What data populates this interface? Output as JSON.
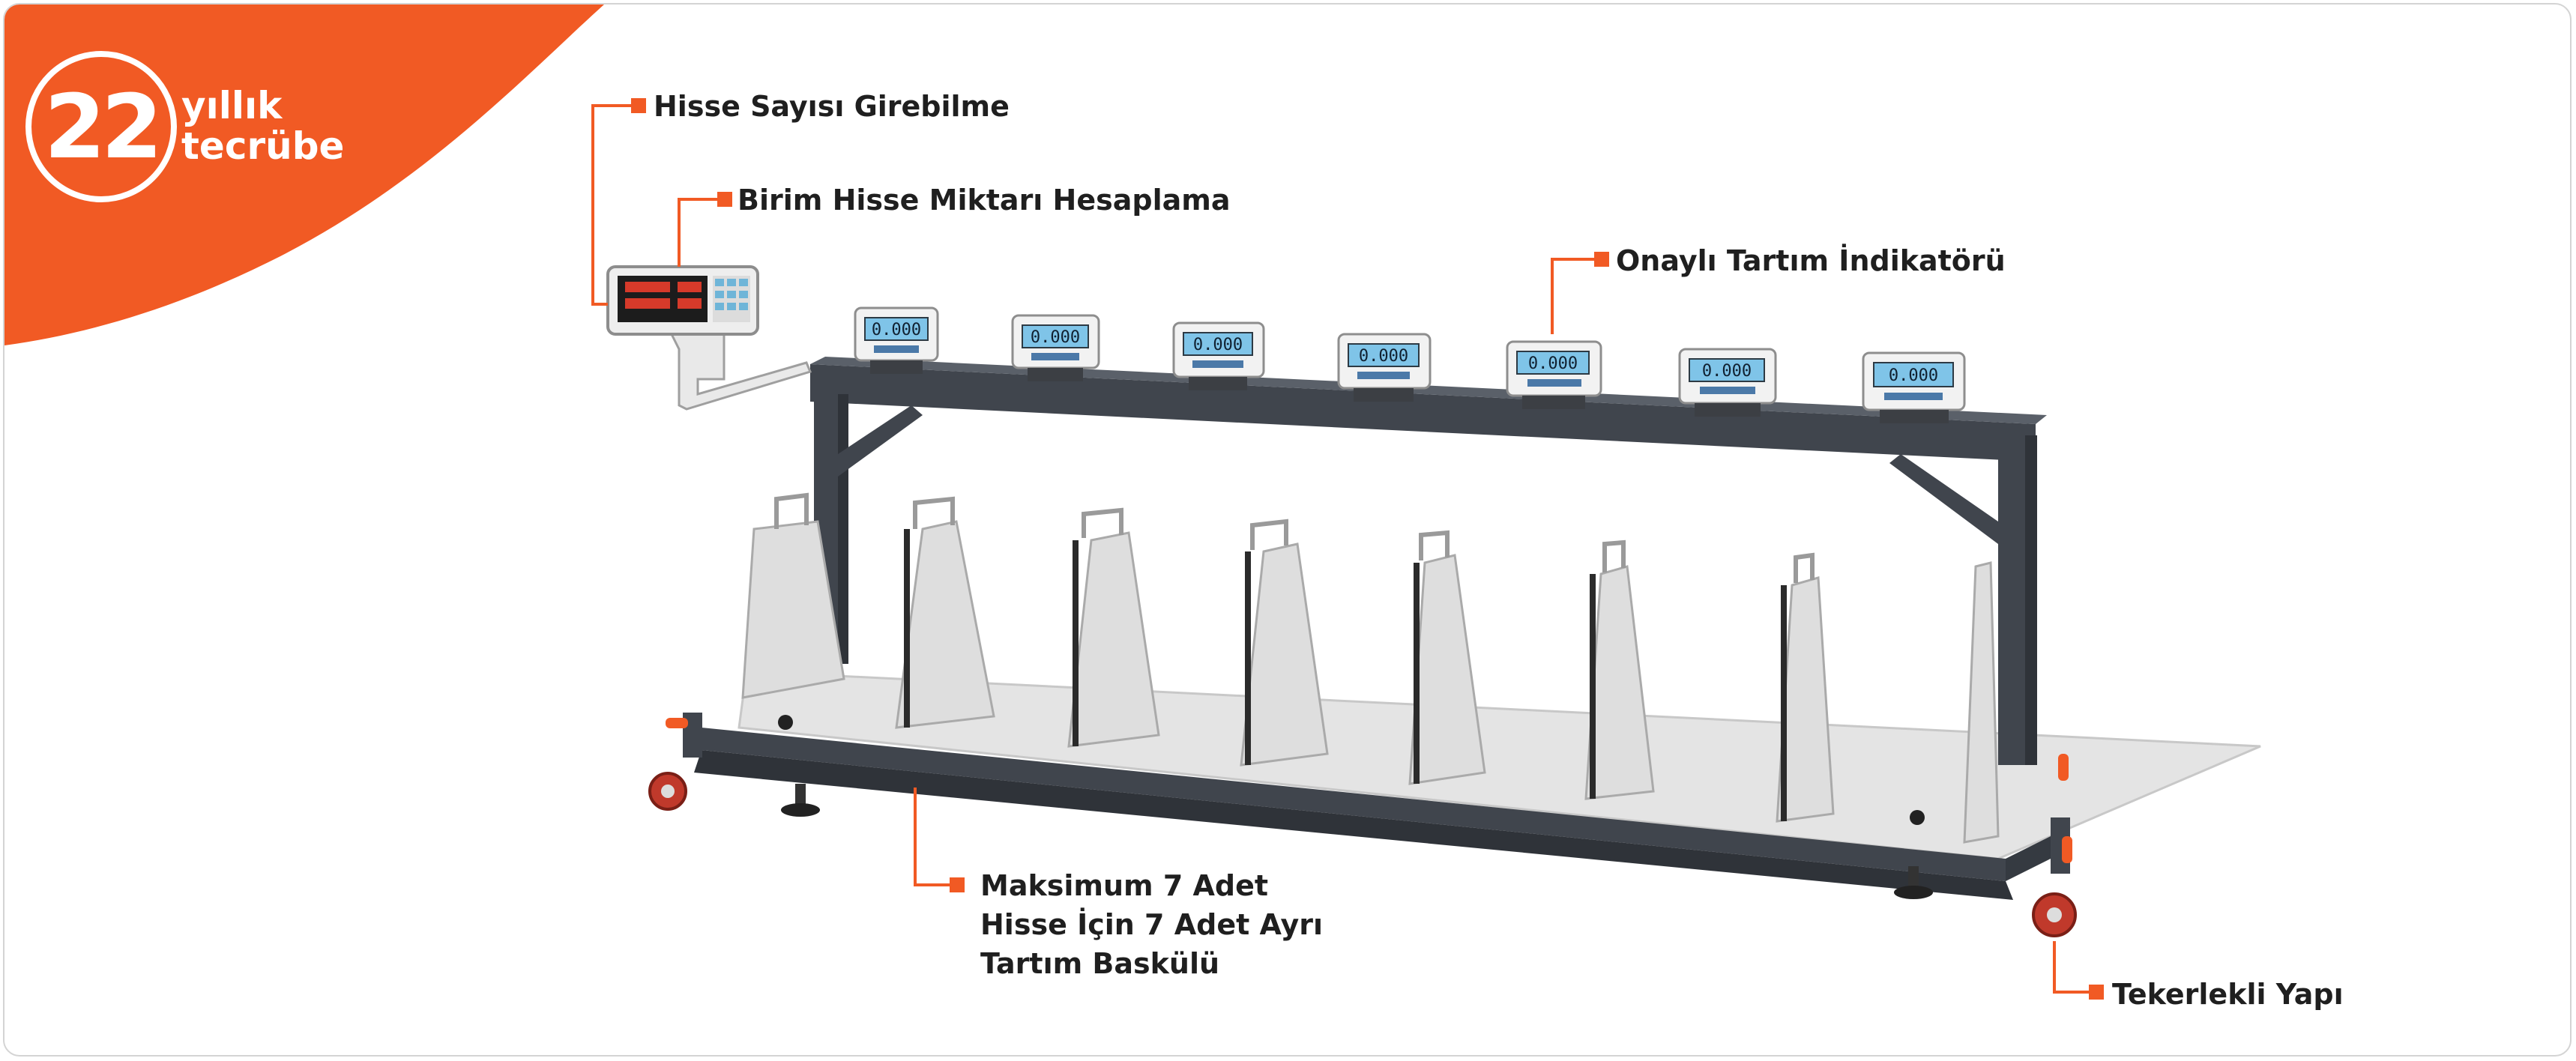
{
  "badge": {
    "number": "22",
    "line1": "yıllık",
    "line2": "tecrübe"
  },
  "features": {
    "hisse_sayisi": "Hisse Sayısı Girebilme",
    "birim_hisse": "Birim Hisse Miktarı Hesaplama",
    "indikator": "Onaylı Tartım İndikatörü",
    "maksimum": [
      "Maksimum 7 Adet",
      "Hisse İçin 7 Adet Ayrı",
      "Tartım Baskülü"
    ],
    "tekerlekli": "Tekerlekli Yapı"
  },
  "indicators": {
    "reading": "0.000",
    "count": 7
  },
  "colors": {
    "brand_orange": "#f15a24",
    "frame": "#40454d",
    "display": "#7fc4e8",
    "platform": "#dcdcdc"
  }
}
